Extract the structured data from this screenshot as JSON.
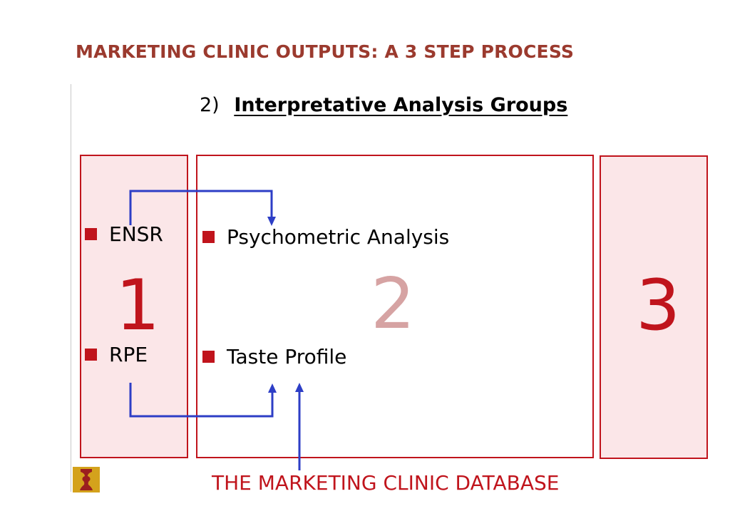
{
  "title": "MARKETING CLINIC OUTPUTS: A 3 STEP PROCESS",
  "subtitle": {
    "number": "2)",
    "heading": "Interpretative Analysis Groups"
  },
  "steps": [
    {
      "number": "1",
      "items": [
        "ENSR",
        "RPE"
      ]
    },
    {
      "number": "2",
      "items": [
        "Psychometric Analysis",
        "Taste Profile"
      ]
    },
    {
      "number": "3",
      "items": []
    }
  ],
  "footer": "THE MARKETING CLINIC DATABASE",
  "colors": {
    "title": "#9b3a2e",
    "accent_red": "#c0141c",
    "panel_fill": "#fbe6e8",
    "faded_number": "#d6a3a3",
    "arrow_blue": "#2d3ec6",
    "logo_gold": "#d4a21c"
  },
  "icons": {
    "bullet": "square-bullet-icon",
    "logo": "vase-faces-logo-icon"
  }
}
